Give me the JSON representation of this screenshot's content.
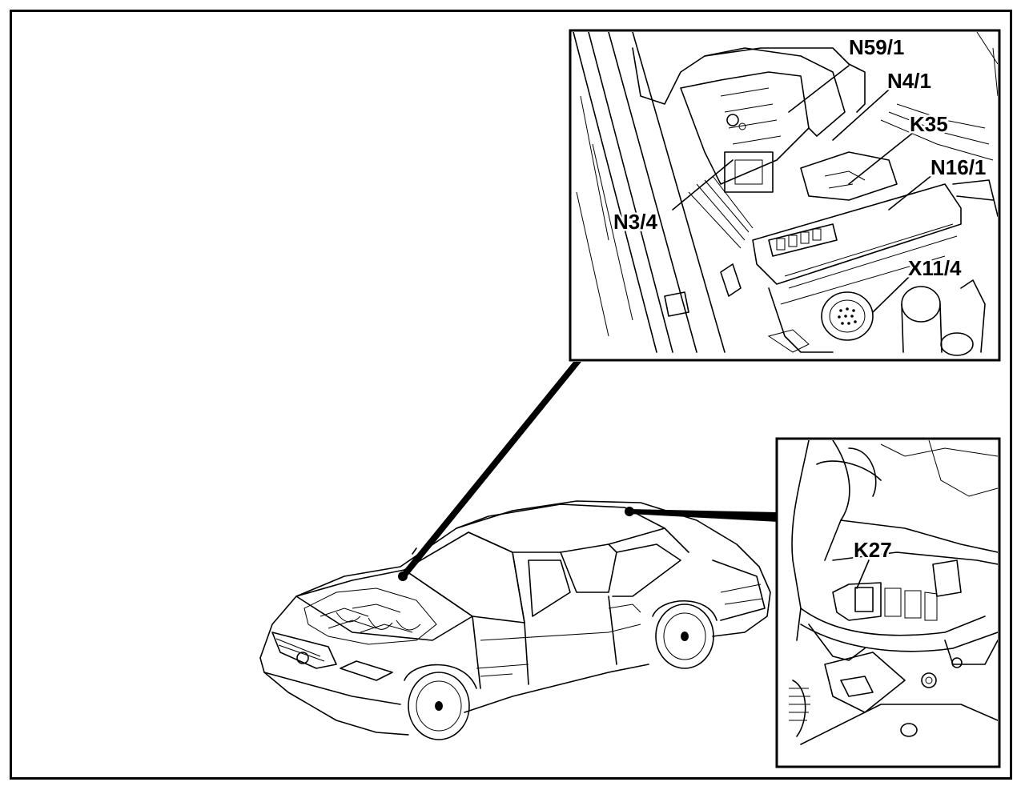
{
  "diagram": {
    "inset_top_labels": [
      "N59/1",
      "N4/1",
      "K35",
      "N16/1",
      "N3/4",
      "X11/4"
    ],
    "inset_bottom_labels": [
      "K27"
    ]
  }
}
